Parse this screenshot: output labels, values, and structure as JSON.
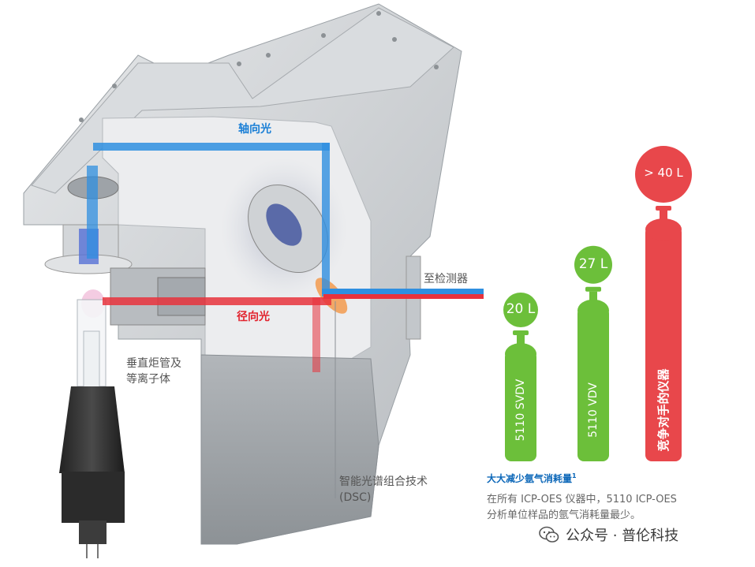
{
  "labels": {
    "axial": "轴向光",
    "radial": "径向光",
    "detector": "至检测器",
    "torch_line1": "垂直炬管及",
    "torch_line2": "等离子体",
    "dsc_line1": "智能光谱组合技术",
    "dsc_line2": "(DSC)"
  },
  "colors": {
    "axial_beam": "#2f8fe0",
    "radial_beam": "#e8323c",
    "axial_text": "#1a7fd6",
    "radial_text": "#e2232e",
    "green": "#6cbf3a",
    "red": "#e8474b"
  },
  "chart_data": {
    "type": "bar",
    "categories": [
      "5110 SVDV",
      "5110 VDV",
      "竞争对手的仪器"
    ],
    "values": [
      20,
      27,
      40
    ],
    "value_labels": [
      "20 L",
      "27 L",
      "> 40 L"
    ],
    "unit": "L",
    "colors": [
      "#6cbf3a",
      "#6cbf3a",
      "#e8474b"
    ]
  },
  "note": {
    "title": "大大减少氩气消耗量",
    "footnote_mark": "1",
    "body_line1": "在所有 ICP-OES 仪器中，5110 ICP-OES",
    "body_line2": "分析单位样品的氩气消耗量最少。"
  },
  "footer": {
    "icon": "wechat-icon",
    "text": "公众号 · 普伦科技"
  }
}
